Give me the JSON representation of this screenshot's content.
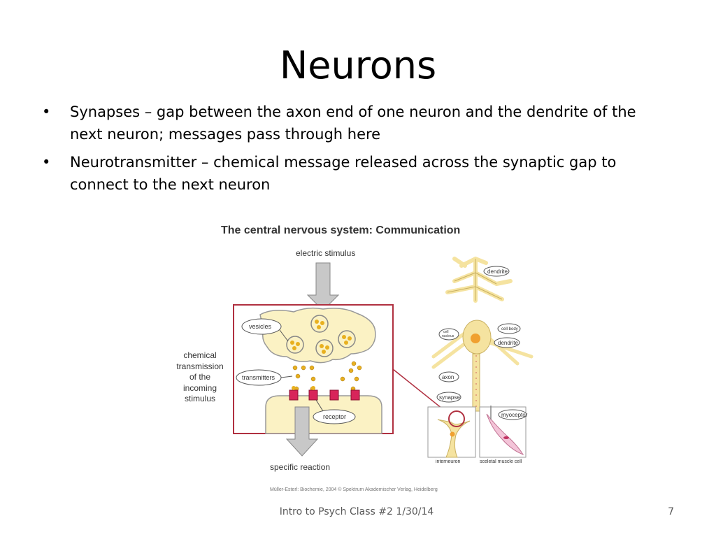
{
  "slide": {
    "title": "Neurons",
    "bullets": [
      {
        "marker": "•",
        "text": "Synapses – gap between the axon end of one neuron and the dendrite of the next neuron; messages pass through here"
      },
      {
        "marker": "•",
        "text": "Neurotransmitter – chemical message released across the synaptic gap to connect to the next neuron"
      }
    ],
    "footer": "Intro to Psych Class #2 1/30/14",
    "page_number": "7"
  },
  "figure": {
    "heading": "The central nervous system: Communication",
    "electric_stimulus": "electric stimulus",
    "side_label": [
      "chemical",
      "transmission",
      "of the",
      "incoming",
      "stimulus"
    ],
    "vesicles": "vesicles",
    "transmitters": "transmitters",
    "receptor": "receptor",
    "specific_reaction": "specific reaction",
    "dendrite_top": "dendrite",
    "cell_nucleus": [
      "cell",
      "nucleus"
    ],
    "cell_body": "cell body",
    "dendrite_mid": "dendrite",
    "axon": "axon",
    "synapse": "synapse",
    "myoceptor": "myoceptor",
    "interneuron": "interneuron",
    "skeletal_muscle_cell": "sceletal muscle cell",
    "credit": "Müller-Esterl: Biochemie, 2004 © Spektrum Akademischer Verlag, Heidelberg",
    "colors": {
      "box_border": "#b03040",
      "cell_fill": "#fbf2c4",
      "arrow_fill": "#c8c8c8",
      "receptor_fill": "#d8245a",
      "vesicle_dot": "#e8b020",
      "nucleus": "#f0a030",
      "muscle": "#f3c4d8"
    }
  }
}
